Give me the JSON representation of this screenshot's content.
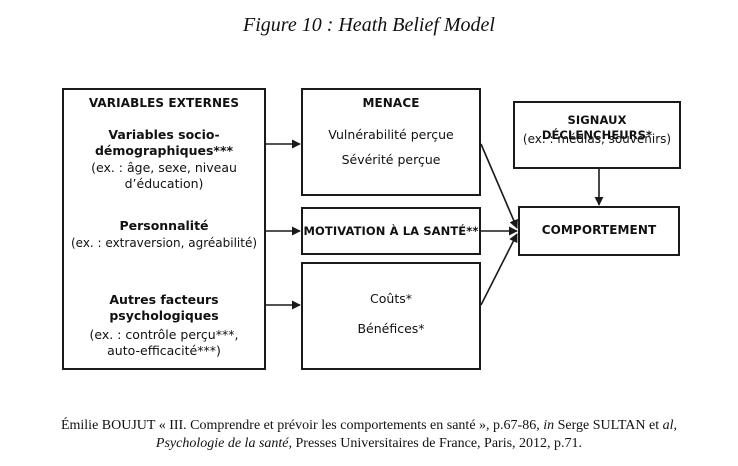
{
  "figure_title": "Figure 10 : Heath Belief Model",
  "boxes": {
    "external": {
      "header": "VARIABLES EXTERNES",
      "socio_title_1": "Variables socio-",
      "socio_title_2": "démographiques***",
      "socio_ex_1": "(ex. : âge, sexe, niveau",
      "socio_ex_2": "d’éducation)",
      "perso_title": "Personnalité",
      "perso_ex": "(ex. : extraversion, agréabilité)",
      "other_title_1": "Autres facteurs",
      "other_title_2": "psychologiques",
      "other_ex_1": "(ex. : contrôle perçu***,",
      "other_ex_2": "auto-efficacité***)"
    },
    "menace": {
      "header": "MENACE",
      "line1": "Vulnérabilité perçue",
      "line2": "Sévérité perçue"
    },
    "motivation": {
      "header": "MOTIVATION À LA SANTÉ**"
    },
    "costs": {
      "line1": "Coûts*",
      "line2": "Bénéfices*"
    },
    "triggers": {
      "header": "SIGNAUX DÉCLENCHEURS*",
      "line1": "(ex. : médias, souvenirs)"
    },
    "behavior": {
      "header": "COMPORTEMENT"
    }
  },
  "caption": {
    "line1_a": "Émilie BOUJUT « III. Comprendre et prévoir les comportements en santé », p.67-86, ",
    "line1_in": "in",
    "line1_b": " Serge SULTAN et ",
    "line1_al": "al,",
    "line2_title": "Psychologie de la santé",
    "line2_rest": ", Presses Universitaires de France, Paris, 2012, p.71."
  }
}
